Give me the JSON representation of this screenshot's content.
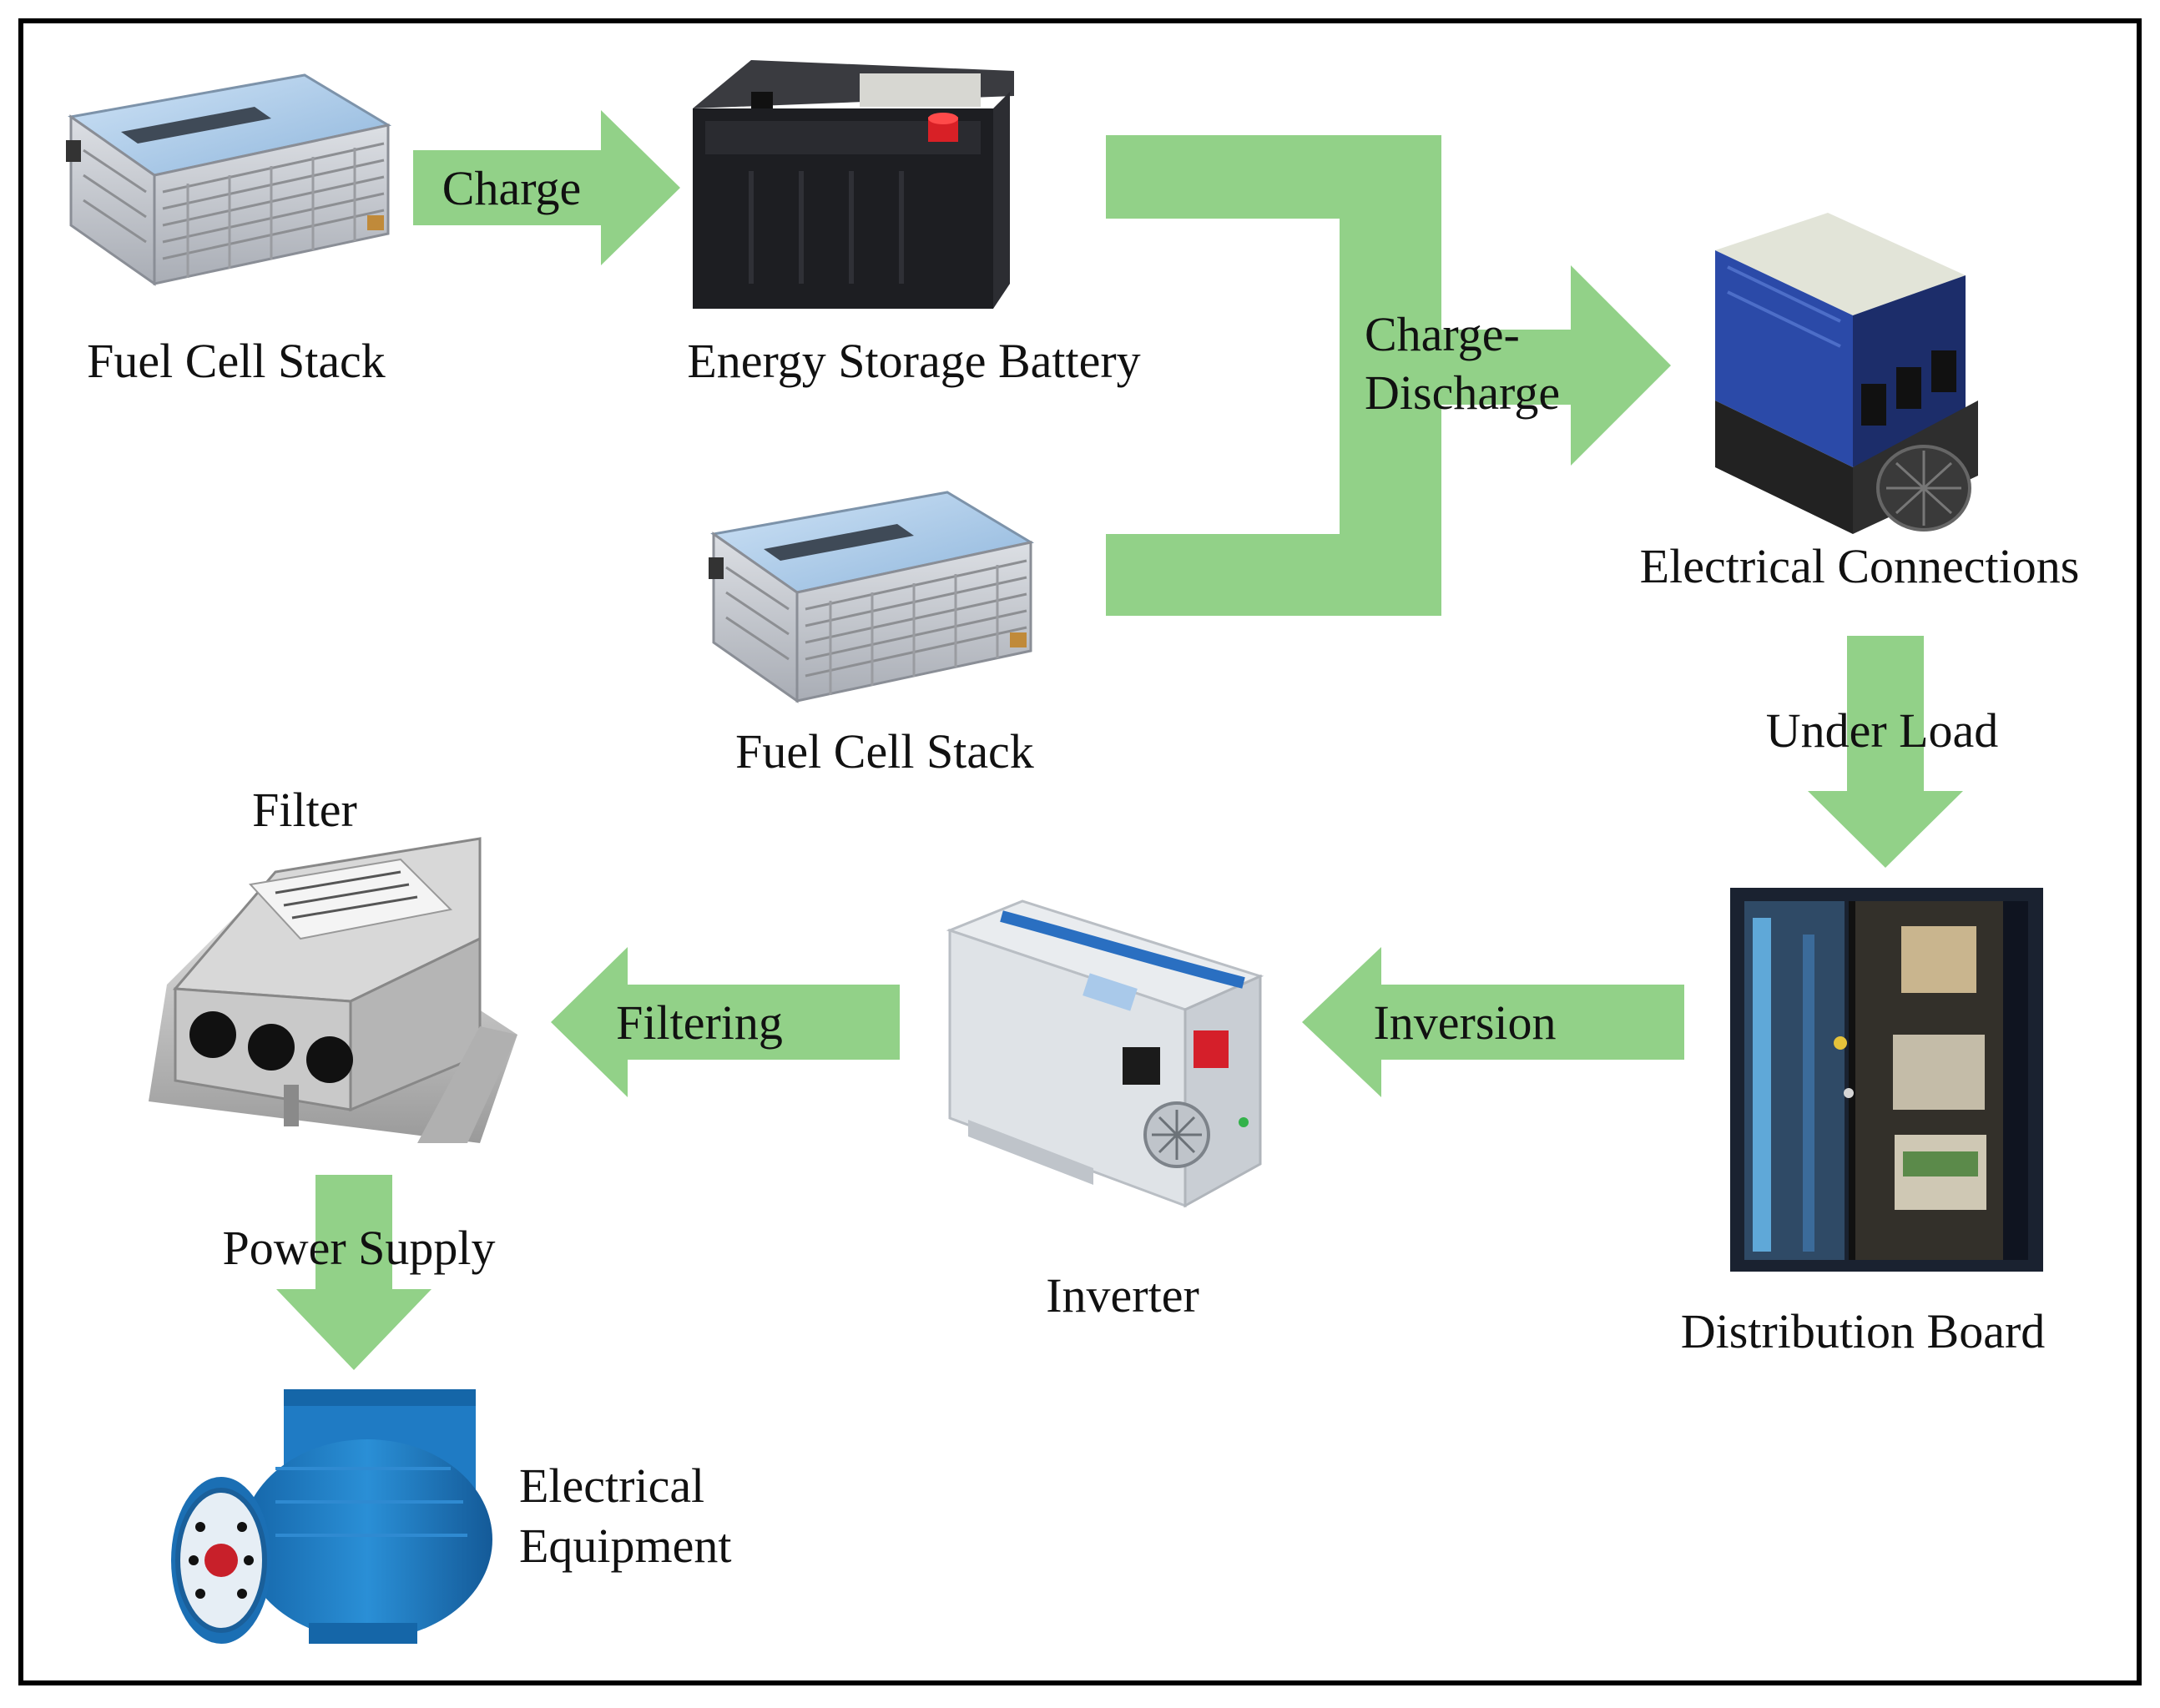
{
  "diagram": {
    "components": {
      "fuel_cell_stack_1": "Fuel Cell Stack",
      "energy_storage_battery": "Energy Storage Battery",
      "fuel_cell_stack_2": "Fuel Cell Stack",
      "electrical_connections": "Electrical Connections",
      "distribution_board": "Distribution Board",
      "inverter": "Inverter",
      "filter": "Filter",
      "electrical_equipment_line1": "Electrical",
      "electrical_equipment_line2": "Equipment"
    },
    "flows": {
      "charge": "Charge",
      "charge_discharge_line1": "Charge-",
      "charge_discharge_line2": "Discharge",
      "under_load": "Under Load",
      "inversion": "Inversion",
      "filtering": "Filtering",
      "power_supply": "Power Supply"
    },
    "colors": {
      "arrow": "#92d188",
      "frame": "#000000",
      "text": "#111111",
      "stack_body": "#c8ccd3",
      "stack_top": "#b9d4ef",
      "battery": "#1d1e22",
      "battery_terminal_red": "#d82026",
      "connector_blue": "#2b4aa8",
      "generator_blue": "#1f7bc4",
      "inverter_white": "#e9ecef",
      "inverter_stripe": "#2a6fc1"
    }
  }
}
